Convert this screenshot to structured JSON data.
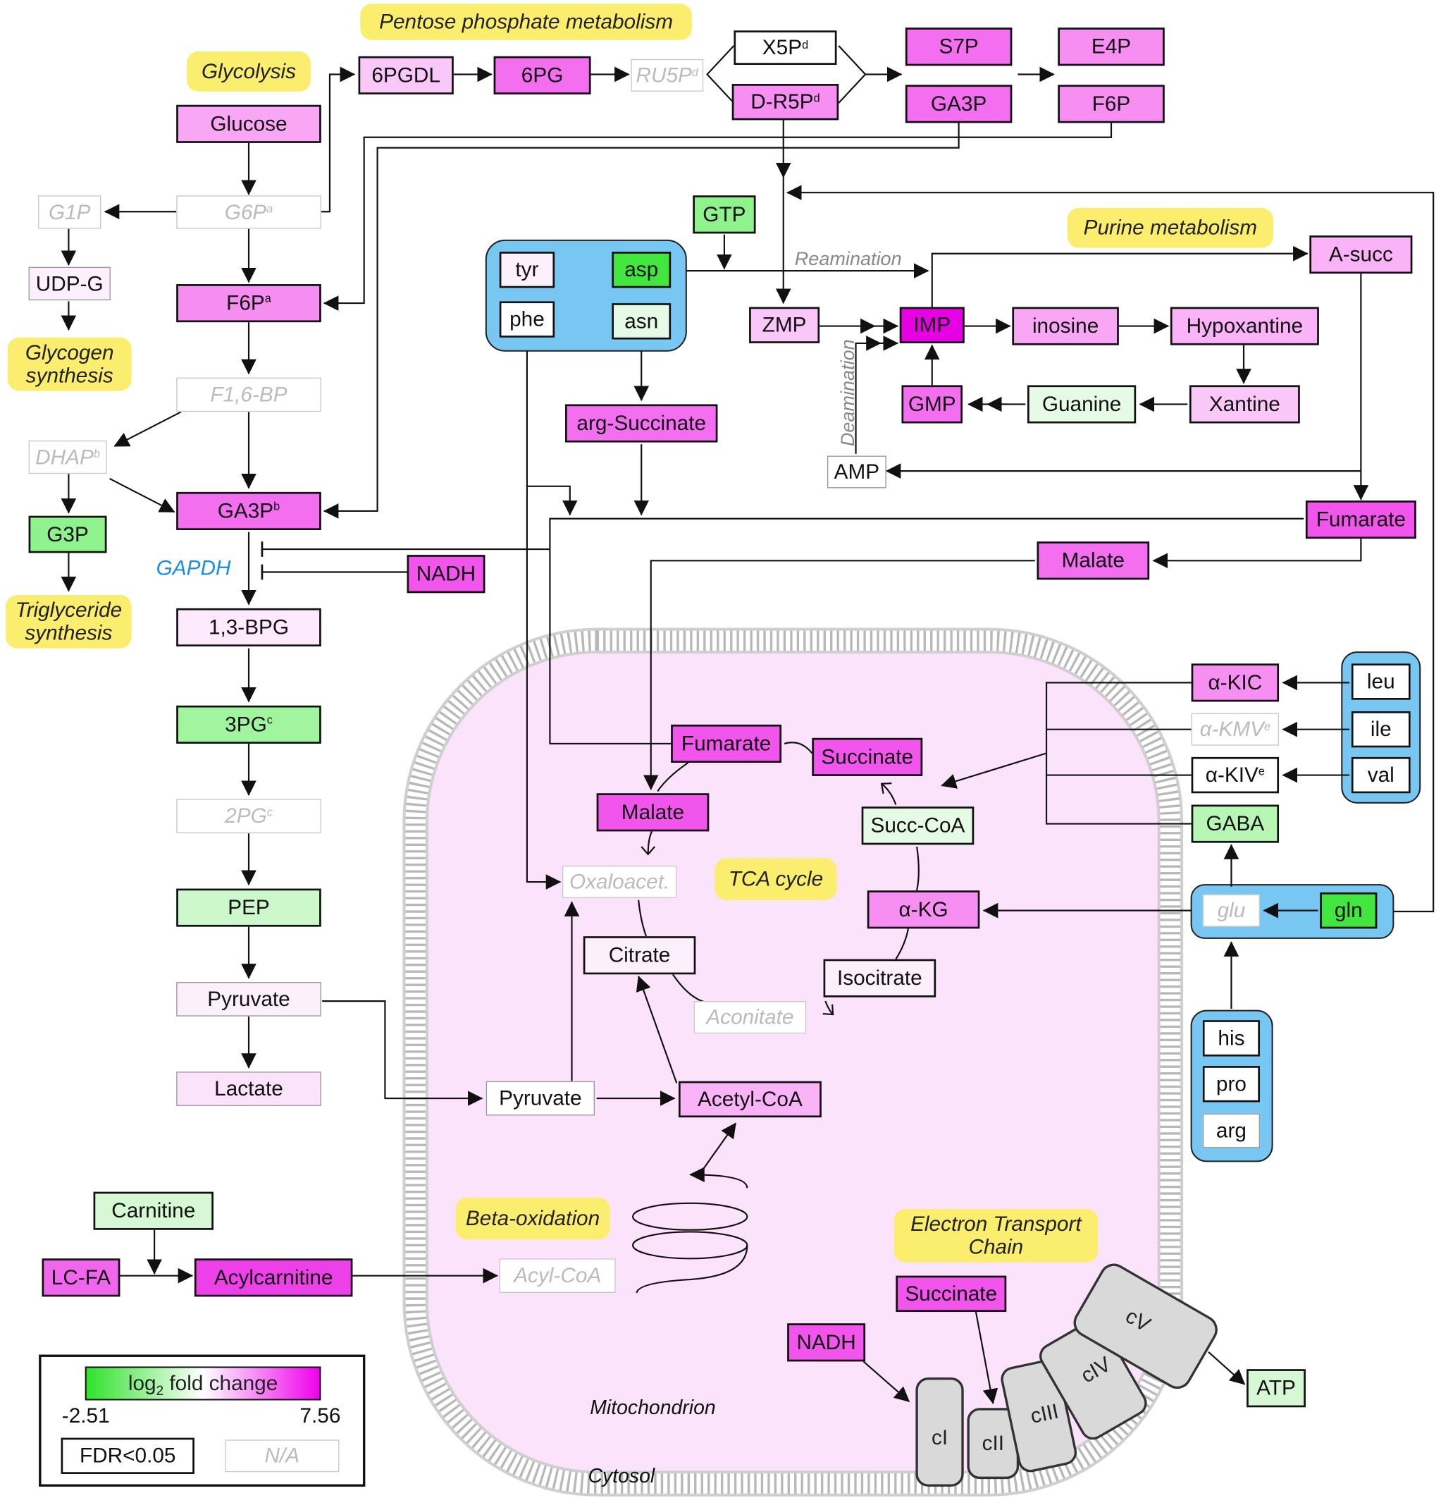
{
  "pathways": {
    "pentose": "Pentose phosphate metabolism",
    "glycolysis": "Glycolysis",
    "glycogen": "Glycogen\nsynthesis",
    "triglyceride": "Triglyceride\nsynthesis",
    "purine": "Purine metabolism",
    "tca": "TCA cycle",
    "beta": "Beta-oxidation",
    "etc": "Electron Transport\nChain"
  },
  "annotations": {
    "reamination": "Reamination",
    "deamination": "Deamination",
    "gapdh": "GAPDH",
    "mitochondrion": "Mitochondrion",
    "cytosol": "Cytosol"
  },
  "nodes": {
    "glucose": {
      "label": "Glucose",
      "base": "Glucose",
      "sup": "",
      "color": "#f9a6f4",
      "status": "significant"
    },
    "g6p": {
      "label": "G6P",
      "base": "G6P",
      "sup": "a",
      "color": "#ffffff",
      "status": "na"
    },
    "g1p": {
      "label": "G1P",
      "base": "G1P",
      "sup": "",
      "color": "#ffffff",
      "status": "na"
    },
    "udpg": {
      "label": "UDP-G",
      "base": "UDP-G",
      "sup": "",
      "color": "#fdf0fd",
      "status": "not-significant"
    },
    "f6p_gly": {
      "label": "F6P",
      "base": "F6P",
      "sup": "a",
      "color": "#f68ef1",
      "status": "significant"
    },
    "f16bp": {
      "label": "F1,6-BP",
      "base": "F1,6-BP",
      "sup": "",
      "color": "#ffffff",
      "status": "na"
    },
    "dhap": {
      "label": "DHAP",
      "base": "DHAP",
      "sup": "b",
      "color": "#ffffff",
      "status": "na"
    },
    "g3p": {
      "label": "G3P",
      "base": "G3P",
      "sup": "",
      "color": "#8ff28c",
      "status": "significant"
    },
    "ga3p_gly": {
      "label": "GA3P",
      "base": "GA3P",
      "sup": "b",
      "color": "#f46ef0",
      "status": "significant"
    },
    "nadh_cyt": {
      "label": "NADH",
      "base": "NADH",
      "sup": "",
      "color": "#f155ec",
      "status": "significant"
    },
    "bpg13": {
      "label": "1,3-BPG",
      "base": "1,3-BPG",
      "sup": "",
      "color": "#fdeafc",
      "status": "significant"
    },
    "pg3": {
      "label": "3PG",
      "base": "3PG",
      "sup": "c",
      "color": "#a2f59f",
      "status": "significant"
    },
    "pg2": {
      "label": "2PG",
      "base": "2PG",
      "sup": "c",
      "color": "#ffffff",
      "status": "na"
    },
    "pep": {
      "label": "PEP",
      "base": "PEP",
      "sup": "",
      "color": "#cdf8cb",
      "status": "significant"
    },
    "pyruvate_cyt": {
      "label": "Pyruvate",
      "base": "Pyruvate",
      "sup": "",
      "color": "#fdf0fd",
      "status": "not-significant"
    },
    "lactate": {
      "label": "Lactate",
      "base": "Lactate",
      "sup": "",
      "color": "#fbe3fb",
      "status": "not-significant"
    },
    "carnitine": {
      "label": "Carnitine",
      "base": "Carnitine",
      "sup": "",
      "color": "#d6f8d4",
      "status": "significant"
    },
    "lcfa": {
      "label": "LC-FA",
      "base": "LC-FA",
      "sup": "",
      "color": "#f066ec",
      "status": "significant"
    },
    "acylcarnitine": {
      "label": "Acylcarnitine",
      "base": "Acylcarnitine",
      "sup": "",
      "color": "#ee40e9",
      "status": "significant"
    },
    "acylcoa": {
      "label": "Acyl-CoA",
      "base": "Acyl-CoA",
      "sup": "",
      "color": "#ffffff",
      "status": "na"
    },
    "pgdl6": {
      "label": "6PGDL",
      "base": "6PGDL",
      "sup": "",
      "color": "#fac8f8",
      "status": "significant"
    },
    "pg6": {
      "label": "6PG",
      "base": "6PG",
      "sup": "",
      "color": "#f46ef0",
      "status": "significant"
    },
    "ru5p": {
      "label": "RU5P",
      "base": "RU5P",
      "sup": "d",
      "color": "#ffffff",
      "status": "na"
    },
    "x5p": {
      "label": "X5P",
      "base": "X5P",
      "sup": "d",
      "color": "#ffffff",
      "status": "significant"
    },
    "dr5p": {
      "label": "D-R5P",
      "base": "D-R5P",
      "sup": "d",
      "color": "#f78ff3",
      "status": "significant"
    },
    "s7p": {
      "label": "S7P",
      "base": "S7P",
      "sup": "",
      "color": "#f46ef0",
      "status": "significant"
    },
    "ga3p_ppp": {
      "label": "GA3P",
      "base": "GA3P",
      "sup": "",
      "color": "#f46ef0",
      "status": "significant"
    },
    "e4p": {
      "label": "E4P",
      "base": "E4P",
      "sup": "",
      "color": "#f78ff3",
      "status": "significant"
    },
    "f6p_ppp": {
      "label": "F6P",
      "base": "F6P",
      "sup": "",
      "color": "#f78ff3",
      "status": "significant"
    },
    "gtp": {
      "label": "GTP",
      "base": "GTP",
      "sup": "",
      "color": "#8ff28c",
      "status": "significant"
    },
    "tyr": {
      "label": "tyr",
      "base": "tyr",
      "sup": "",
      "color": "#fdf0fd",
      "status": "significant"
    },
    "asp": {
      "label": "asp",
      "base": "asp",
      "sup": "",
      "color": "#42e63f",
      "status": "significant"
    },
    "phe": {
      "label": "phe",
      "base": "phe",
      "sup": "",
      "color": "#ffffff",
      "status": "significant"
    },
    "asn": {
      "label": "asn",
      "base": "asn",
      "sup": "",
      "color": "#e6fbe5",
      "status": "significant"
    },
    "argsucc": {
      "label": "arg-Succinate",
      "base": "arg-Succinate",
      "sup": "",
      "color": "#f46ef0",
      "status": "significant"
    },
    "zmp": {
      "label": "ZMP",
      "base": "ZMP",
      "sup": "",
      "color": "#fac8f8",
      "status": "significant"
    },
    "imp": {
      "label": "IMP",
      "base": "IMP",
      "sup": "",
      "color": "#e800e4",
      "status": "significant"
    },
    "inosine": {
      "label": "inosine",
      "base": "inosine",
      "sup": "",
      "color": "#f9a6f4",
      "status": "significant"
    },
    "hypoxantine": {
      "label": "Hypoxantine",
      "base": "Hypoxantine",
      "sup": "",
      "color": "#f9b3f6",
      "status": "significant"
    },
    "asucc": {
      "label": "A-succ",
      "base": "A-succ",
      "sup": "",
      "color": "#f9b3f6",
      "status": "significant"
    },
    "gmp": {
      "label": "GMP",
      "base": "GMP",
      "sup": "",
      "color": "#f46ef0",
      "status": "significant"
    },
    "guanine": {
      "label": "Guanine",
      "base": "Guanine",
      "sup": "",
      "color": "#e6fbe5",
      "status": "significant"
    },
    "xantine": {
      "label": "Xantine",
      "base": "Xantine",
      "sup": "",
      "color": "#fac8f8",
      "status": "significant"
    },
    "amp": {
      "label": "AMP",
      "base": "AMP",
      "sup": "",
      "color": "#ffffff",
      "status": "not-significant"
    },
    "fumarate_cyt": {
      "label": "Fumarate",
      "base": "Fumarate",
      "sup": "",
      "color": "#f155ec",
      "status": "significant"
    },
    "malate_cyt": {
      "label": "Malate",
      "base": "Malate",
      "sup": "",
      "color": "#f46ef0",
      "status": "significant"
    },
    "akic": {
      "label": "α-KIC",
      "base": "α-KIC",
      "sup": "",
      "color": "#f78ff3",
      "status": "significant"
    },
    "akmv": {
      "label": "α-KMV",
      "base": "α-KMV",
      "sup": "e",
      "color": "#ffffff",
      "status": "na"
    },
    "akiv": {
      "label": "α-KIV",
      "base": "α-KIV",
      "sup": "e",
      "color": "#ffffff",
      "status": "significant"
    },
    "gaba": {
      "label": "GABA",
      "base": "GABA",
      "sup": "",
      "color": "#b8f6b6",
      "status": "significant"
    },
    "leu": {
      "label": "leu",
      "base": "leu",
      "sup": "",
      "color": "#ffffff",
      "status": "significant"
    },
    "ile": {
      "label": "ile",
      "base": "ile",
      "sup": "",
      "color": "#ffffff",
      "status": "significant"
    },
    "val": {
      "label": "val",
      "base": "val",
      "sup": "",
      "color": "#ffffff",
      "status": "significant"
    },
    "glu": {
      "label": "glu",
      "base": "glu",
      "sup": "",
      "color": "#ffffff",
      "status": "na"
    },
    "gln": {
      "label": "gln",
      "base": "gln",
      "sup": "",
      "color": "#42e63f",
      "status": "significant"
    },
    "his": {
      "label": "his",
      "base": "his",
      "sup": "",
      "color": "#ffffff",
      "status": "significant"
    },
    "pro": {
      "label": "pro",
      "base": "pro",
      "sup": "",
      "color": "#ffffff",
      "status": "significant"
    },
    "arg": {
      "label": "arg",
      "base": "arg",
      "sup": "",
      "color": "#ffffff",
      "status": "not-significant"
    },
    "fumarate_mito": {
      "label": "Fumarate",
      "base": "Fumarate",
      "sup": "",
      "color": "#f155ec",
      "status": "significant"
    },
    "succinate_mito": {
      "label": "Succinate",
      "base": "Succinate",
      "sup": "",
      "color": "#f155ec",
      "status": "significant"
    },
    "malate_mito": {
      "label": "Malate",
      "base": "Malate",
      "sup": "",
      "color": "#f155ec",
      "status": "significant"
    },
    "succcoa": {
      "label": "Succ-CoA",
      "base": "Succ-CoA",
      "sup": "",
      "color": "#e6fbe5",
      "status": "significant"
    },
    "oxaloacet": {
      "label": "Oxaloacet.",
      "base": "Oxaloacet.",
      "sup": "",
      "color": "#ffffff",
      "status": "na"
    },
    "akg": {
      "label": "α-KG",
      "base": "α-KG",
      "sup": "",
      "color": "#f78ff3",
      "status": "significant"
    },
    "citrate": {
      "label": "Citrate",
      "base": "Citrate",
      "sup": "",
      "color": "#fdf0fd",
      "status": "significant"
    },
    "isocitrate": {
      "label": "Isocitrate",
      "base": "Isocitrate",
      "sup": "",
      "color": "#fdf0fd",
      "status": "significant"
    },
    "aconitate": {
      "label": "Aconitate",
      "base": "Aconitate",
      "sup": "",
      "color": "#ffffff",
      "status": "na"
    },
    "pyruvate_mito": {
      "label": "Pyruvate",
      "base": "Pyruvate",
      "sup": "",
      "color": "#ffffff",
      "status": "not-significant"
    },
    "acetylcoa": {
      "label": "Acetyl-CoA",
      "base": "Acetyl-CoA",
      "sup": "",
      "color": "#f9b3f6",
      "status": "significant"
    },
    "succinate_etc": {
      "label": "Succinate",
      "base": "Succinate",
      "sup": "",
      "color": "#f155ec",
      "status": "significant"
    },
    "nadh_mito": {
      "label": "NADH",
      "base": "NADH",
      "sup": "",
      "color": "#f155ec",
      "status": "significant"
    },
    "atp": {
      "label": "ATP",
      "base": "ATP",
      "sup": "",
      "color": "#d6f8d4",
      "status": "significant"
    }
  },
  "complexes": [
    "cI",
    "cII",
    "cIII",
    "cIV",
    "cV"
  ],
  "legend": {
    "title_prefix": "log",
    "title_sub": "2",
    "title_suffix": " fold change",
    "min": "-2.51",
    "max": "7.56",
    "min_color": "#2ee22b",
    "mid_color": "#ffffff",
    "max_color": "#ee00ea",
    "significant": "FDR<0.05",
    "na": "N/A"
  },
  "colors": {
    "pathway_highlight": "#fbee6e",
    "amino_acid_group": "#78c6f2",
    "mitochondrion_fill": "#fbe4fb",
    "membrane": "#aaaaaa",
    "complex_fill": "#d9d9d9",
    "gapdh_text": "#1b8ee8"
  }
}
